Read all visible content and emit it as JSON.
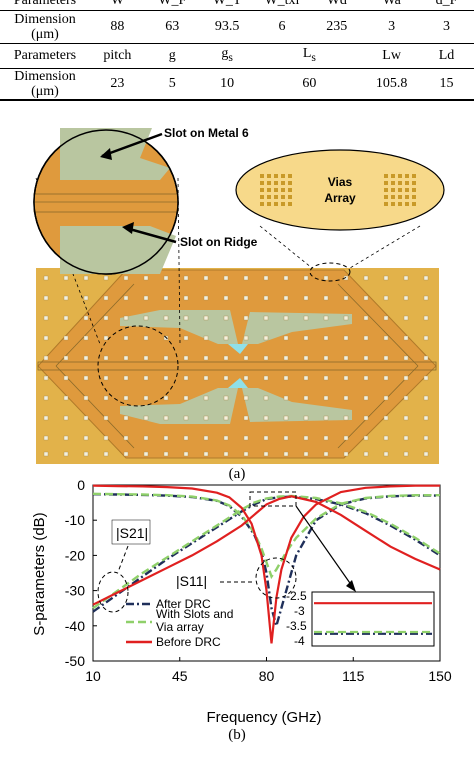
{
  "table": {
    "top_row": [
      "Parameters",
      "W",
      "W_F",
      "W_T",
      "W_txl",
      "Wd",
      "Wa",
      "d_F"
    ],
    "row1_label": "Dimension\n(μm)",
    "row1": [
      "88",
      "63",
      "93.5",
      "6",
      "235",
      "3",
      "3"
    ],
    "row2_header": [
      "Parameters",
      "pitch",
      "g",
      "g",
      "L",
      "Lw",
      "Ld"
    ],
    "row2_header_sub": [
      "",
      "",
      "",
      "s",
      "s",
      "",
      ""
    ],
    "row2_label": "Dimension\n(μm)",
    "row2": [
      "23",
      "5",
      "10",
      "60",
      "105.8",
      "15"
    ]
  },
  "figure_a": {
    "caption": "(a)",
    "label_slot_metal": "Slot on Metal 6",
    "label_slot_ridge": "Slot on Ridge",
    "label_vias_line1": "Vias",
    "label_vias_line2": "Array",
    "colors": {
      "substrate": "#e2b24a",
      "metal": "#df9a3d",
      "slot": "#b9c6a0",
      "cyan": "#8fe0e8"
    }
  },
  "figure_b": {
    "caption": "(b)",
    "annot_s21": "|S21|",
    "annot_s11": "|S11|",
    "inset_ticks": [
      "-2.5",
      "-3",
      "-3.5",
      "-4"
    ]
  },
  "chart_data": {
    "type": "line",
    "xlabel": "Frequency (GHz)",
    "ylabel": "S-parameters (dB)",
    "xlim": [
      10,
      150
    ],
    "ylim": [
      -50,
      0
    ],
    "xticks": [
      10,
      45,
      80,
      115,
      150
    ],
    "yticks": [
      0,
      -10,
      -20,
      -30,
      -40,
      -50
    ],
    "grid": false,
    "legend_position": "bottom-left",
    "series": [
      {
        "name": "After DRC",
        "color": "#1f2f5a",
        "style": "dashdot",
        "s21": {
          "x": [
            10,
            20,
            30,
            40,
            50,
            60,
            70,
            75,
            80,
            85,
            90,
            100,
            110,
            120,
            130,
            140,
            150
          ],
          "y": [
            -36,
            -31,
            -26,
            -21,
            -16.5,
            -12,
            -7.5,
            -5.5,
            -4,
            -3.5,
            -3.3,
            -4,
            -5.5,
            -8,
            -11.5,
            -15.5,
            -20
          ]
        },
        "s11": {
          "x": [
            10,
            20,
            30,
            40,
            50,
            60,
            65,
            70,
            75,
            78,
            80,
            82,
            84,
            88,
            92,
            100,
            110,
            120,
            130,
            140,
            150
          ],
          "y": [
            -2.6,
            -2.7,
            -2.8,
            -3,
            -3.4,
            -4.5,
            -6,
            -9,
            -14,
            -19,
            -25,
            -35,
            -40,
            -30,
            -20,
            -10,
            -5.5,
            -3.8,
            -3.2,
            -3,
            -3
          ]
        }
      },
      {
        "name": "With Slots and Via array",
        "color": "#8fd06a",
        "style": "dashed",
        "s21": {
          "x": [
            10,
            20,
            30,
            40,
            50,
            60,
            70,
            75,
            80,
            85,
            90,
            100,
            110,
            120,
            130,
            140,
            150
          ],
          "y": [
            -35,
            -30,
            -25,
            -20.5,
            -16,
            -11.5,
            -7,
            -5,
            -3.8,
            -3.3,
            -3.1,
            -3.7,
            -5.2,
            -7.6,
            -11,
            -15,
            -19.5
          ]
        },
        "s11": {
          "x": [
            10,
            20,
            30,
            40,
            50,
            60,
            65,
            70,
            75,
            78,
            80,
            82,
            84,
            88,
            92,
            100,
            110,
            120,
            130,
            140,
            150
          ],
          "y": [
            -2.5,
            -2.6,
            -2.7,
            -2.9,
            -3.3,
            -4.4,
            -5.8,
            -8.6,
            -13.5,
            -18,
            -22,
            -26,
            -24,
            -19,
            -15,
            -9.5,
            -5.3,
            -3.7,
            -3.1,
            -2.9,
            -2.9
          ]
        }
      },
      {
        "name": "Before DRC",
        "color": "#e02020",
        "style": "solid",
        "s21": {
          "x": [
            10,
            20,
            30,
            40,
            50,
            60,
            70,
            75,
            80,
            85,
            90,
            100,
            110,
            120,
            130,
            140,
            150
          ],
          "y": [
            -34,
            -30.5,
            -27,
            -23.5,
            -20,
            -16,
            -11.5,
            -8.5,
            -5.5,
            -4,
            -3.2,
            -4.8,
            -8.5,
            -13,
            -17.5,
            -21,
            -24
          ]
        },
        "s11": {
          "x": [
            10,
            20,
            30,
            40,
            50,
            60,
            65,
            70,
            74,
            78,
            80,
            82,
            84,
            86,
            90,
            95,
            100,
            110,
            120,
            130,
            140,
            150
          ],
          "y": [
            -0.2,
            -0.3,
            -0.4,
            -0.6,
            -1,
            -2.2,
            -3.5,
            -6.5,
            -11,
            -20,
            -30,
            -45,
            -32,
            -24,
            -15,
            -9,
            -5.5,
            -2,
            -0.8,
            -0.4,
            -0.2,
            -0.2
          ]
        }
      }
    ]
  }
}
